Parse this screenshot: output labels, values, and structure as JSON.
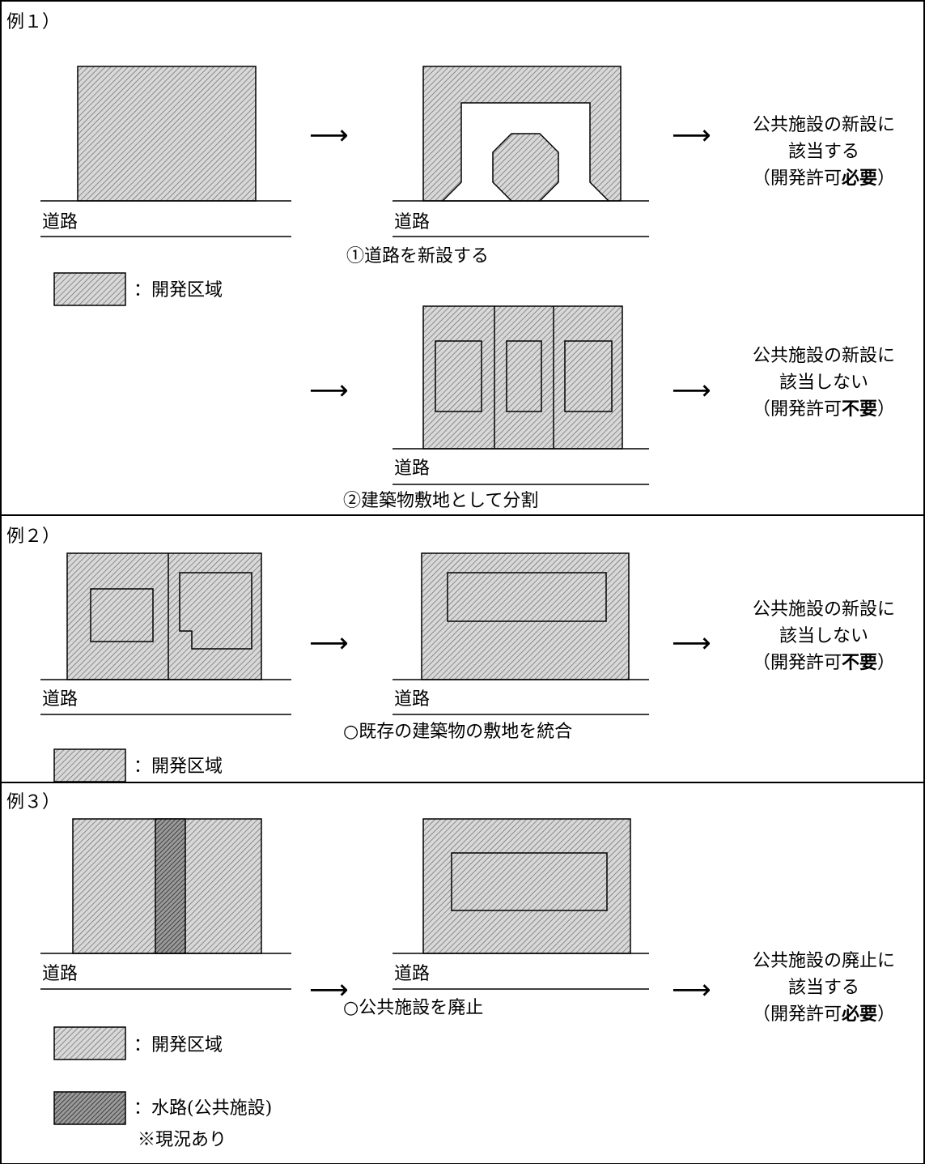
{
  "examples": [
    {
      "label": "例１）",
      "road_label": "道路",
      "legend_label": "：開発区域",
      "cases": [
        {
          "road_label": "道路",
          "caption": "①道路を新設する",
          "result": {
            "line1": "公共施設の新設に",
            "line2": "該当する",
            "line3_pre": "（開発許可",
            "line3_bold": "必要",
            "line3_post": "）"
          }
        },
        {
          "road_label": "道路",
          "caption": "②建築物敷地として分割",
          "result": {
            "line1": "公共施設の新設に",
            "line2": "該当しない",
            "line3_pre": "（開発許可",
            "line3_bold": "不要",
            "line3_post": "）"
          }
        }
      ]
    },
    {
      "label": "例２）",
      "road_label": "道路",
      "legend_label": "：開発区域",
      "cases": [
        {
          "road_label": "道路",
          "caption": "○既存の建築物の敷地を統合",
          "result": {
            "line1": "公共施設の新設に",
            "line2": "該当しない",
            "line3_pre": "（開発許可",
            "line3_bold": "不要",
            "line3_post": "）"
          }
        }
      ]
    },
    {
      "label": "例３）",
      "road_label": "道路",
      "legend_label": "：開発区域",
      "legend2_label": "：水路(公共施設)",
      "legend2_note": "※現況あり",
      "cases": [
        {
          "road_label": "道路",
          "caption": "○公共施設を廃止",
          "result": {
            "line1": "公共施設の廃止に",
            "line2": "該当する",
            "line3_pre": "（開発許可",
            "line3_bold": "必要",
            "line3_post": "）"
          }
        }
      ]
    }
  ],
  "arrow": "⟶"
}
